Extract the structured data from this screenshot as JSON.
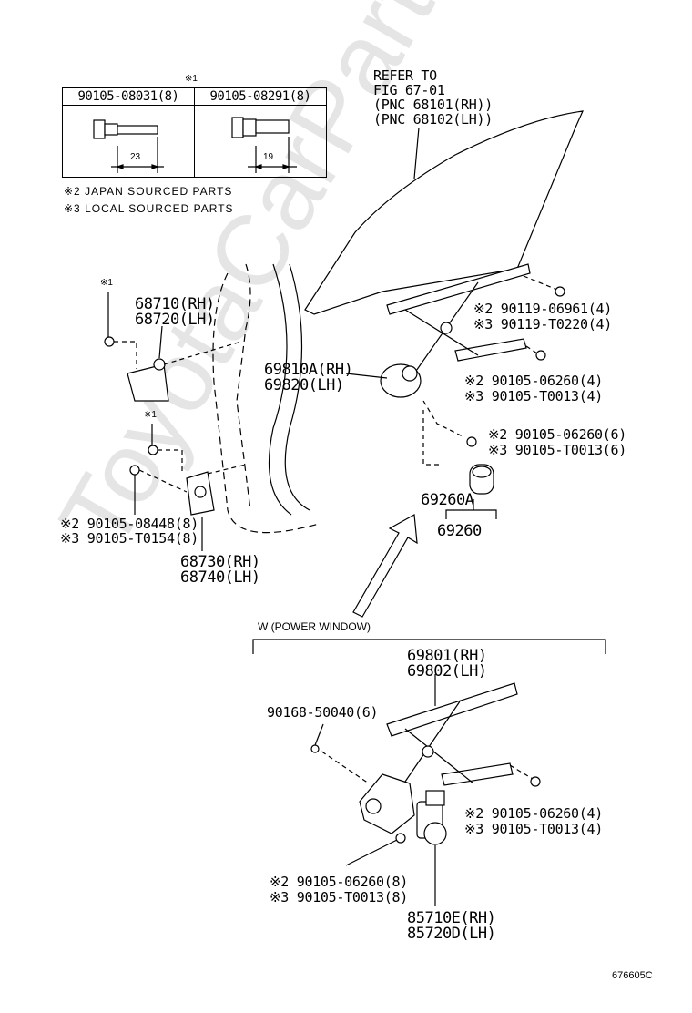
{
  "bolt_table": {
    "note_mark": "※1",
    "col1_part": "90105-08031(8)",
    "col2_part": "90105-08291(8)",
    "col1_dim": "23",
    "col2_dim": "19"
  },
  "notes": {
    "note2": "※2 JAPAN SOURCED PARTS",
    "note3": "※3 LOCAL SOURCED PARTS"
  },
  "refer": {
    "line1": "REFER TO",
    "line2": "FIG 67-01",
    "line3": "(PNC 68101(RH))",
    "line4": "(PNC 68102(LH))"
  },
  "hinge_upper": {
    "mark": "※1",
    "rh": "68710(RH)",
    "lh": "68720(LH)"
  },
  "hinge_lower": {
    "mark": "※1",
    "rh": "68730(RH)",
    "lh": "68740(LH)",
    "bolt_a": "※2 90105-08448(8)",
    "bolt_b": "※3 90105-T0154(8)"
  },
  "regulator": {
    "rh": "69810A(RH)",
    "lh": "69820(LH)",
    "bolt1_a": "※2 90119-06961(4)",
    "bolt1_b": "※3 90119-T0220(4)",
    "bolt2_a": "※2 90105-06260(4)",
    "bolt2_b": "※3 90105-T0013(4)",
    "bolt3_a": "※2 90105-06260(6)",
    "bolt3_b": "※3 90105-T0013(6)"
  },
  "cover": {
    "part_a": "69260A",
    "part": "69260"
  },
  "power_window": {
    "heading": "W (POWER WINDOW)",
    "reg_rh": "69801(RH)",
    "reg_lh": "69802(LH)",
    "screw": "90168-50040(6)",
    "bolt1_a": "※2 90105-06260(4)",
    "bolt1_b": "※3 90105-T0013(4)",
    "bolt2_a": "※2 90105-06260(8)",
    "bolt2_b": "※3 90105-T0013(8)",
    "motor_rh": "85710E(RH)",
    "motor_lh": "85720D(LH)"
  },
  "figure_code": "676605C",
  "watermark": "ToyotaCarParts.ru"
}
